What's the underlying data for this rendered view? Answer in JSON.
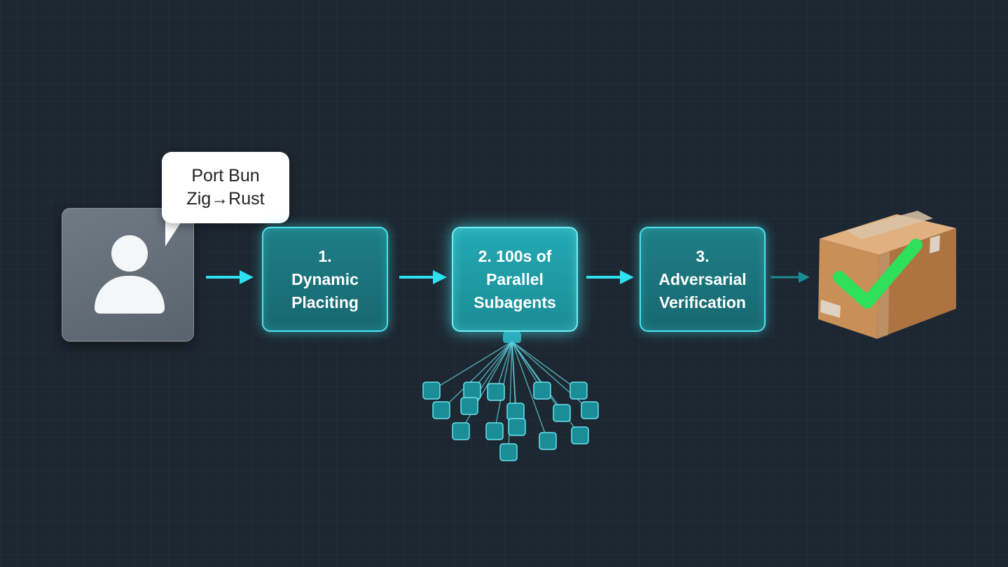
{
  "request": {
    "lines": [
      "Port Bun",
      "Zig→Rust"
    ]
  },
  "steps": [
    {
      "lines": [
        "1.",
        "Dynamic",
        "Placiting"
      ]
    },
    {
      "lines": [
        "2. 100s of",
        "Parallel",
        "Subagents"
      ]
    },
    {
      "lines": [
        "3.",
        "Adversarial",
        "Verification"
      ]
    }
  ],
  "colors": {
    "background": "#1d2731",
    "accent_cyan": "#2fe0f0",
    "step_fill": "#1f7e86",
    "check_green": "#2ee05a",
    "box_brown": "#c88f57"
  },
  "icons": {
    "user": "user-silhouette-icon",
    "result": "package-box-icon",
    "check": "checkmark-icon"
  }
}
